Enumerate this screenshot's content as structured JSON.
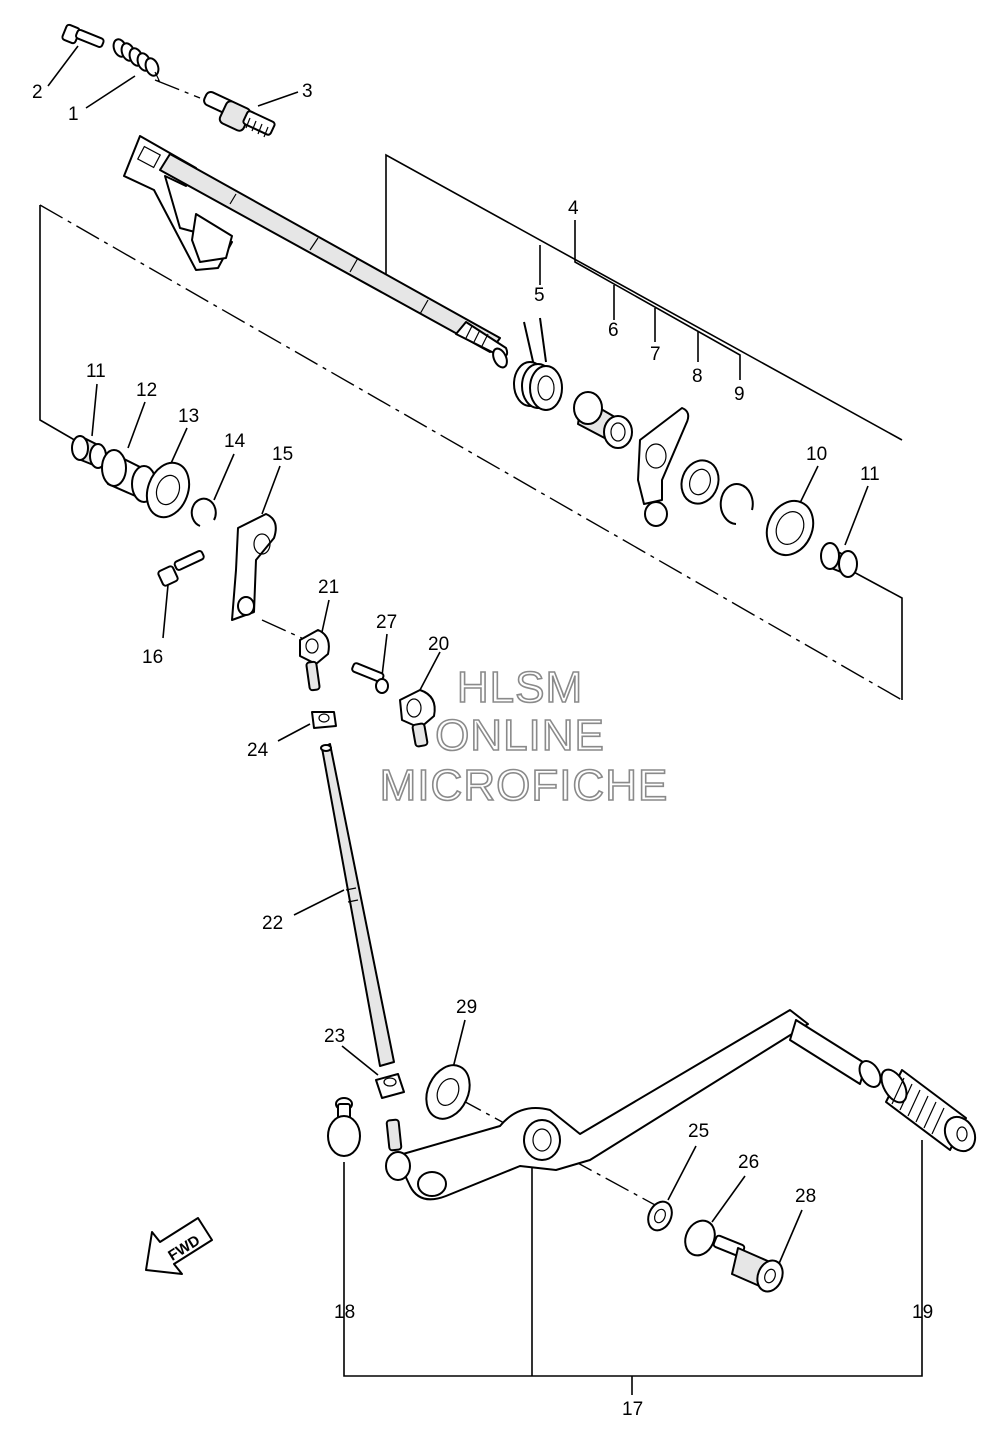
{
  "callouts": {
    "c1": "1",
    "c2": "2",
    "c3": "3",
    "c4": "4",
    "c5": "5",
    "c6": "6",
    "c7": "7",
    "c8": "8",
    "c9": "9",
    "c10": "10",
    "c11a": "11",
    "c11b": "11",
    "c12": "12",
    "c13": "13",
    "c14": "14",
    "c15": "15",
    "c16": "16",
    "c17": "17",
    "c18": "18",
    "c19": "19",
    "c20": "20",
    "c21": "21",
    "c22": "22",
    "c23": "23",
    "c24": "24",
    "c25": "25",
    "c26": "26",
    "c27": "27",
    "c28": "28",
    "c29": "29"
  },
  "watermark": {
    "line1": "HLSM",
    "line2": "ONLINE",
    "line3": "MICROFICHE"
  },
  "fwd_label": "FWD",
  "colors": {
    "lines": "#000000",
    "watermark_outline": "#8a8a8a",
    "background": "#ffffff"
  }
}
